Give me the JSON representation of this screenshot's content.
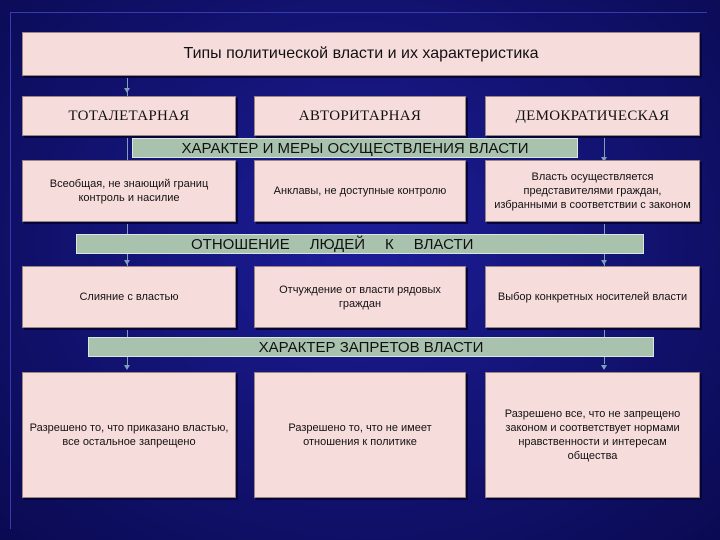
{
  "title": "Типы политической власти и их характеристика",
  "types": [
    "ТОТАЛЕТАРНАЯ",
    "АВТОРИТАРНАЯ",
    "ДЕМОКРАТИЧЕСКАЯ"
  ],
  "sections": [
    {
      "heading": "ХАРАКТЕР И МЕРЫ ОСУЩЕСТВЛЕНИЯ ВЛАСТИ",
      "cells": [
        "Всеобщая, не знающий границ контроль и насилие",
        "Анклавы, не доступные контролю",
        "Власть осуществляется представителями граждан, избранными в соответствии с законом"
      ]
    },
    {
      "heading_words": [
        "ОТНОШЕНИЕ",
        "ЛЮДЕЙ",
        "К",
        "ВЛАСТИ"
      ],
      "cells": [
        "Слияние с властью",
        "Отчуждение от власти рядовых граждан",
        "Выбор конкретных носителей власти"
      ]
    },
    {
      "heading": "ХАРАКТЕР ЗАПРЕТОВ ВЛАСТИ",
      "cells": [
        "Разрешено то, что приказано властью, все остальное запрещено",
        "Разрешено то, что не имеет отношения к политике",
        "Разрешено все, что не запрещено законом и соответствует нормами нравственности и интересам общества"
      ]
    }
  ]
}
